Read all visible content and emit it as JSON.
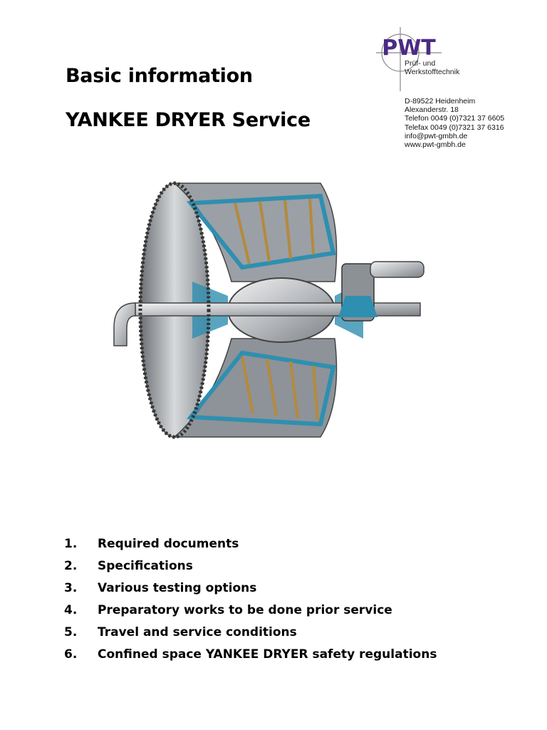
{
  "header": {
    "title_line1": "Basic information",
    "title_line2": "YANKEE DRYER Service"
  },
  "logo": {
    "brand": "PWT",
    "subtitle_line1": "Prüf- und",
    "subtitle_line2": "Werkstofftechnik",
    "brand_color": "#4b2a86",
    "contact": [
      "D-89522 Heidenheim",
      "Alexanderstr. 18",
      "Telefon  0049 (0)7321 37 6605",
      "Telefax  0049 (0)7321 37 6316",
      "info@pwt-gmbh.de",
      "www.pwt-gmbh.de"
    ]
  },
  "illustration": {
    "icon": "yankee-dryer-cutaway-illustration",
    "accent_color": "#2f8fb0"
  },
  "toc": {
    "items": [
      {
        "num": "1.",
        "label": "Required documents"
      },
      {
        "num": "2.",
        "label": "Specifications"
      },
      {
        "num": "3.",
        "label": "Various testing options"
      },
      {
        "num": "4.",
        "label": "Preparatory works to be done prior service"
      },
      {
        "num": "5.",
        "label": "Travel and service conditions"
      },
      {
        "num": "6.",
        "label": "Confined space YANKEE DRYER safety regulations"
      }
    ]
  }
}
